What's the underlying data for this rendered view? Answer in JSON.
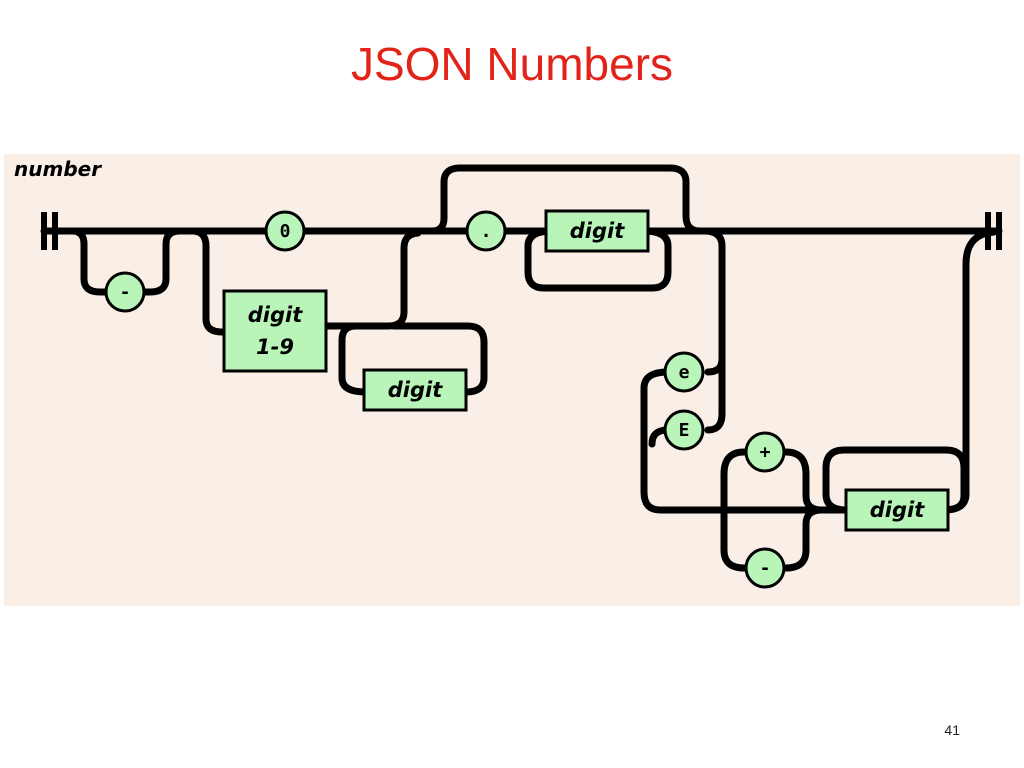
{
  "slide": {
    "title": "JSON Numbers",
    "page_number": "41"
  },
  "diagram": {
    "rule_name": "number",
    "colors": {
      "background": "#faefe6",
      "box_fill": "#b9f5b9",
      "line": "#000000",
      "title": "#e2231a"
    },
    "terminals": {
      "minus_sign": "-",
      "zero": "0",
      "decimal_point": ".",
      "exp_lower": "e",
      "exp_upper": "E",
      "plus_sign": "+",
      "exp_minus_sign": "-"
    },
    "nonterminals": {
      "digit_1_9_line1": "digit",
      "digit_1_9_line2": "1-9",
      "int_digit": "digit",
      "frac_digit": "digit",
      "exp_digit": "digit"
    }
  }
}
